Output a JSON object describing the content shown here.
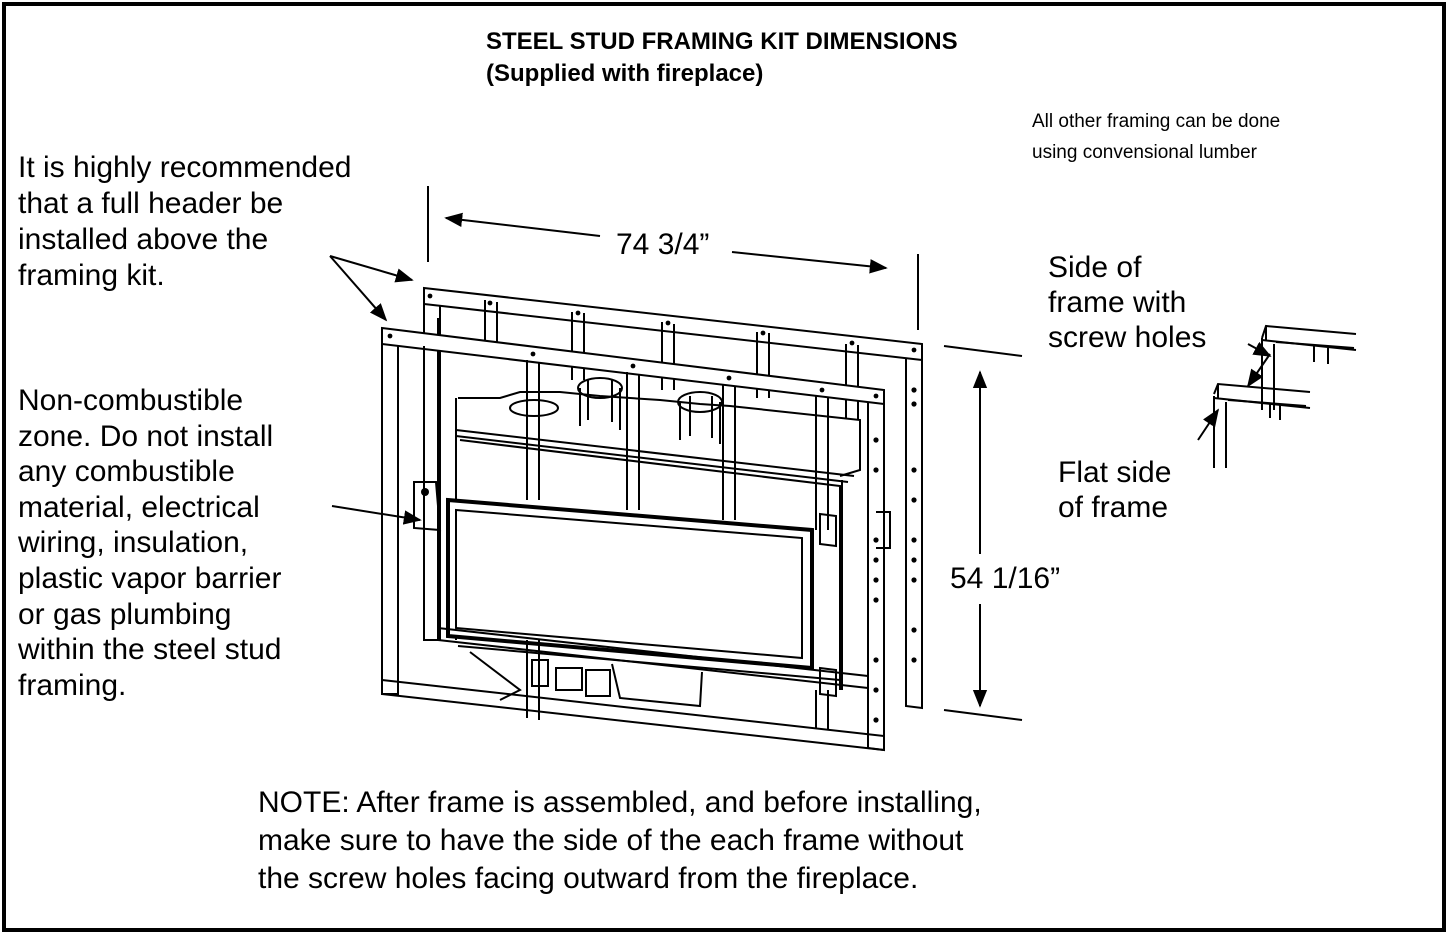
{
  "title": {
    "line1": "STEEL STUD FRAMING KIT DIMENSIONS",
    "line2": "(Supplied with fireplace)"
  },
  "notes": {
    "other_framing": [
      "All other framing can be done",
      "using convensional lumber"
    ],
    "header_recommendation": [
      "It is highly recommended",
      "that a full header be",
      "installed above the",
      "framing kit."
    ],
    "non_combustible_zone": [
      "Non-combustible",
      "zone. Do not install",
      "any combustible",
      "material, electrical",
      "wiring, insulation,",
      "plastic vapor barrier",
      "or gas plumbing",
      "within the steel stud",
      "framing."
    ],
    "side_with_holes": [
      "Side of",
      "frame with",
      "screw holes"
    ],
    "flat_side": [
      "Flat side",
      "of frame"
    ],
    "assembly_note": [
      "NOTE: After frame is assembled, and before installing,",
      "make sure to have the side of the each frame without",
      "the screw holes facing outward from the fireplace."
    ]
  },
  "dimensions": {
    "width": "74 3/4”",
    "height": "54 1/16”"
  },
  "colors": {
    "line": "#000000",
    "background": "#ffffff"
  }
}
